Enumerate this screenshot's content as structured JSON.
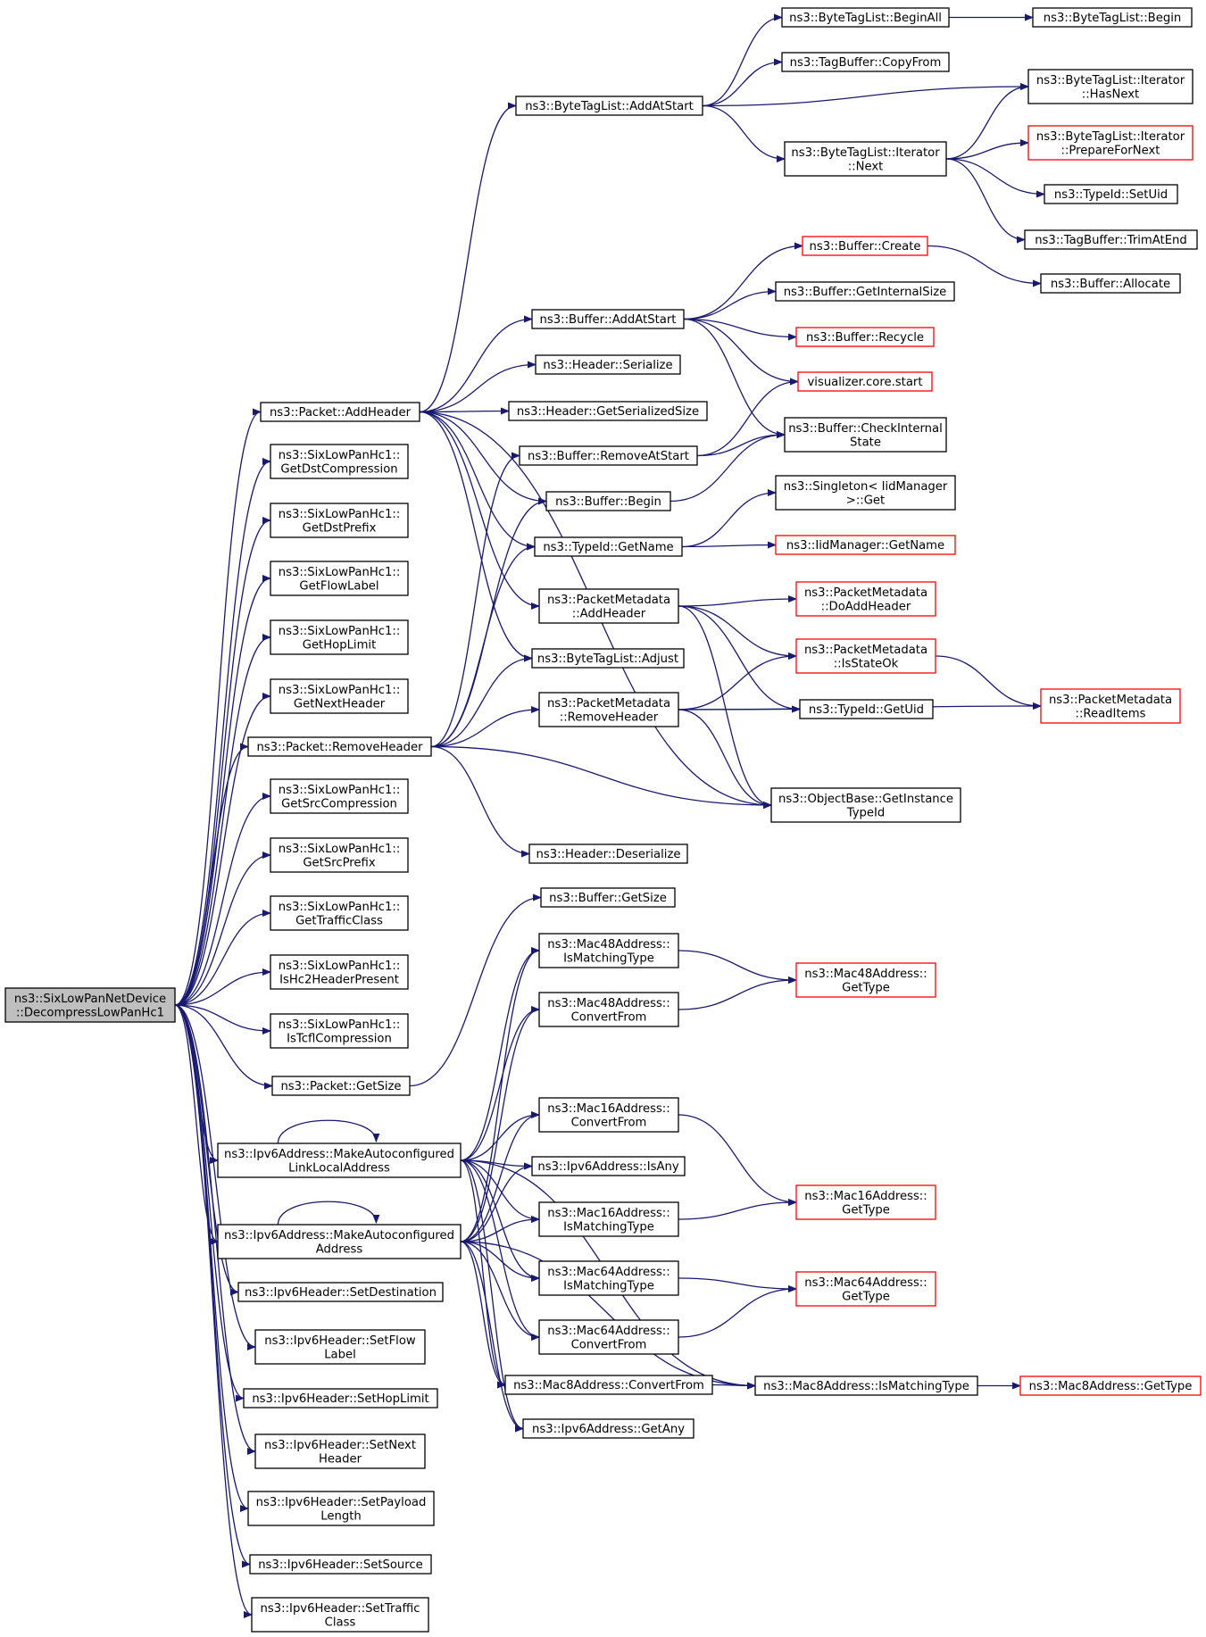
{
  "colors": {
    "edge": "#191970",
    "node_border": "#000000",
    "node_border_truncated": "#ff0000",
    "root_fill": "#bfbfbf",
    "node_fill": "#ffffff"
  },
  "nodes": [
    {
      "id": "root",
      "lines": [
        "ns3::SixLowPanNetDevice",
        "::DecompressLowPanHc1"
      ],
      "root": true
    },
    {
      "id": "pkt_addheader",
      "lines": [
        "ns3::Packet::AddHeader"
      ]
    },
    {
      "id": "hc1_getdstcomp",
      "lines": [
        "ns3::SixLowPanHc1::",
        "GetDstCompression"
      ]
    },
    {
      "id": "hc1_getdstprefix",
      "lines": [
        "ns3::SixLowPanHc1::",
        "GetDstPrefix"
      ]
    },
    {
      "id": "hc1_getflowlabel",
      "lines": [
        "ns3::SixLowPanHc1::",
        "GetFlowLabel"
      ]
    },
    {
      "id": "hc1_gethoplimit",
      "lines": [
        "ns3::SixLowPanHc1::",
        "GetHopLimit"
      ]
    },
    {
      "id": "hc1_getnextheader",
      "lines": [
        "ns3::SixLowPanHc1::",
        "GetNextHeader"
      ]
    },
    {
      "id": "pkt_removeheader",
      "lines": [
        "ns3::Packet::RemoveHeader"
      ]
    },
    {
      "id": "hc1_getsrccomp",
      "lines": [
        "ns3::SixLowPanHc1::",
        "GetSrcCompression"
      ]
    },
    {
      "id": "hc1_getsrcprefix",
      "lines": [
        "ns3::SixLowPanHc1::",
        "GetSrcPrefix"
      ]
    },
    {
      "id": "hc1_gettrafficclass",
      "lines": [
        "ns3::SixLowPanHc1::",
        "GetTrafficClass"
      ]
    },
    {
      "id": "hc1_ishc2",
      "lines": [
        "ns3::SixLowPanHc1::",
        "IsHc2HeaderPresent"
      ]
    },
    {
      "id": "hc1_istcfl",
      "lines": [
        "ns3::SixLowPanHc1::",
        "IsTcflCompression"
      ]
    },
    {
      "id": "pkt_getsize",
      "lines": [
        "ns3::Packet::GetSize"
      ]
    },
    {
      "id": "ipv6_makell",
      "lines": [
        "ns3::Ipv6Address::MakeAutoconfigured",
        "LinkLocalAddress"
      ]
    },
    {
      "id": "ipv6_makeaddr",
      "lines": [
        "ns3::Ipv6Address::MakeAutoconfigured",
        "Address"
      ]
    },
    {
      "id": "ipv6h_setdest",
      "lines": [
        "ns3::Ipv6Header::SetDestination"
      ]
    },
    {
      "id": "ipv6h_setflow",
      "lines": [
        "ns3::Ipv6Header::SetFlow",
        "Label"
      ]
    },
    {
      "id": "ipv6h_sethop",
      "lines": [
        "ns3::Ipv6Header::SetHopLimit"
      ]
    },
    {
      "id": "ipv6h_setnext",
      "lines": [
        "ns3::Ipv6Header::SetNext",
        "Header"
      ]
    },
    {
      "id": "ipv6h_setpayload",
      "lines": [
        "ns3::Ipv6Header::SetPayload",
        "Length"
      ]
    },
    {
      "id": "ipv6h_setsource",
      "lines": [
        "ns3::Ipv6Header::SetSource"
      ]
    },
    {
      "id": "ipv6h_settraffic",
      "lines": [
        "ns3::Ipv6Header::SetTraffic",
        "Class"
      ]
    },
    {
      "id": "btl_addatstart",
      "lines": [
        "ns3::ByteTagList::AddAtStart"
      ]
    },
    {
      "id": "buf_addatstart",
      "lines": [
        "ns3::Buffer::AddAtStart"
      ]
    },
    {
      "id": "hdr_serialize",
      "lines": [
        "ns3::Header::Serialize"
      ]
    },
    {
      "id": "hdr_getsersize",
      "lines": [
        "ns3::Header::GetSerializedSize"
      ]
    },
    {
      "id": "buf_removeatstart",
      "lines": [
        "ns3::Buffer::RemoveAtStart"
      ]
    },
    {
      "id": "buf_begin",
      "lines": [
        "ns3::Buffer::Begin"
      ]
    },
    {
      "id": "typeid_getname",
      "lines": [
        "ns3::TypeId::GetName"
      ]
    },
    {
      "id": "pm_addheader",
      "lines": [
        "ns3::PacketMetadata",
        "::AddHeader"
      ]
    },
    {
      "id": "btl_adjust",
      "lines": [
        "ns3::ByteTagList::Adjust"
      ]
    },
    {
      "id": "pm_removeheader",
      "lines": [
        "ns3::PacketMetadata",
        "::RemoveHeader"
      ]
    },
    {
      "id": "hdr_deserialize",
      "lines": [
        "ns3::Header::Deserialize"
      ]
    },
    {
      "id": "buf_getsize",
      "lines": [
        "ns3::Buffer::GetSize"
      ]
    },
    {
      "id": "mac48_ismatching",
      "lines": [
        "ns3::Mac48Address::",
        "IsMatchingType"
      ]
    },
    {
      "id": "mac48_convertfrom",
      "lines": [
        "ns3::Mac48Address::",
        "ConvertFrom"
      ]
    },
    {
      "id": "mac16_convertfrom",
      "lines": [
        "ns3::Mac16Address::",
        "ConvertFrom"
      ]
    },
    {
      "id": "ipv6_isany",
      "lines": [
        "ns3::Ipv6Address::IsAny"
      ]
    },
    {
      "id": "mac16_ismatching",
      "lines": [
        "ns3::Mac16Address::",
        "IsMatchingType"
      ]
    },
    {
      "id": "mac64_ismatching",
      "lines": [
        "ns3::Mac64Address::",
        "IsMatchingType"
      ]
    },
    {
      "id": "mac64_convertfrom",
      "lines": [
        "ns3::Mac64Address::",
        "ConvertFrom"
      ]
    },
    {
      "id": "mac8_convertfrom",
      "lines": [
        "ns3::Mac8Address::ConvertFrom"
      ]
    },
    {
      "id": "ipv6_getany",
      "lines": [
        "ns3::Ipv6Address::GetAny"
      ]
    },
    {
      "id": "btl_beginall",
      "lines": [
        "ns3::ByteTagList::BeginAll"
      ]
    },
    {
      "id": "tagbuf_copyfrom",
      "lines": [
        "ns3::TagBuffer::CopyFrom"
      ]
    },
    {
      "id": "btl_iter_next",
      "lines": [
        "ns3::ByteTagList::Iterator",
        "::Next"
      ]
    },
    {
      "id": "buf_create",
      "lines": [
        "ns3::Buffer::Create"
      ],
      "truncated": true
    },
    {
      "id": "buf_getinternalsize",
      "lines": [
        "ns3::Buffer::GetInternalSize"
      ]
    },
    {
      "id": "buf_recycle",
      "lines": [
        "ns3::Buffer::Recycle"
      ],
      "truncated": true
    },
    {
      "id": "viz_start",
      "lines": [
        "visualizer.core.start"
      ],
      "truncated": true
    },
    {
      "id": "buf_checkinternal",
      "lines": [
        "ns3::Buffer::CheckInternal",
        "State"
      ]
    },
    {
      "id": "singleton_get",
      "lines": [
        "ns3::Singleton< IidManager",
        ">::Get"
      ]
    },
    {
      "id": "iid_getname",
      "lines": [
        "ns3::IidManager::GetName"
      ],
      "truncated": true
    },
    {
      "id": "pm_doaddheader",
      "lines": [
        "ns3::PacketMetadata",
        "::DoAddHeader"
      ],
      "truncated": true
    },
    {
      "id": "pm_isstateok",
      "lines": [
        "ns3::PacketMetadata",
        "::IsStateOk"
      ],
      "truncated": true
    },
    {
      "id": "typeid_getuid",
      "lines": [
        "ns3::TypeId::GetUid"
      ]
    },
    {
      "id": "ob_getinstancetypeid",
      "lines": [
        "ns3::ObjectBase::GetInstance",
        "TypeId"
      ]
    },
    {
      "id": "mac48_gettype",
      "lines": [
        "ns3::Mac48Address::",
        "GetType"
      ],
      "truncated": true
    },
    {
      "id": "mac16_gettype",
      "lines": [
        "ns3::Mac16Address::",
        "GetType"
      ],
      "truncated": true
    },
    {
      "id": "mac64_gettype",
      "lines": [
        "ns3::Mac64Address::",
        "GetType"
      ],
      "truncated": true
    },
    {
      "id": "mac8_ismatching",
      "lines": [
        "ns3::Mac8Address::IsMatchingType"
      ]
    },
    {
      "id": "btl_begin",
      "lines": [
        "ns3::ByteTagList::Begin"
      ]
    },
    {
      "id": "btl_iter_hasnext",
      "lines": [
        "ns3::ByteTagList::Iterator",
        "::HasNext"
      ]
    },
    {
      "id": "btl_iter_prepare",
      "lines": [
        "ns3::ByteTagList::Iterator",
        "::PrepareForNext"
      ],
      "truncated": true
    },
    {
      "id": "typeid_setuid",
      "lines": [
        "ns3::TypeId::SetUid"
      ]
    },
    {
      "id": "tagbuf_trimatend",
      "lines": [
        "ns3::TagBuffer::TrimAtEnd"
      ]
    },
    {
      "id": "pm_readitems",
      "lines": [
        "ns3::PacketMetadata",
        "::ReadItems"
      ],
      "truncated": true
    },
    {
      "id": "mac8_gettype",
      "lines": [
        "ns3::Mac8Address::GetType"
      ],
      "truncated": true
    }
  ],
  "edges": [
    [
      "root",
      "pkt_addheader"
    ],
    [
      "root",
      "hc1_getdstcomp"
    ],
    [
      "root",
      "hc1_getdstprefix"
    ],
    [
      "root",
      "hc1_getflowlabel"
    ],
    [
      "root",
      "hc1_gethoplimit"
    ],
    [
      "root",
      "hc1_getnextheader"
    ],
    [
      "root",
      "pkt_removeheader"
    ],
    [
      "root",
      "hc1_getsrccomp"
    ],
    [
      "root",
      "hc1_getsrcprefix"
    ],
    [
      "root",
      "hc1_gettrafficclass"
    ],
    [
      "root",
      "hc1_ishc2"
    ],
    [
      "root",
      "hc1_istcfl"
    ],
    [
      "root",
      "pkt_getsize"
    ],
    [
      "root",
      "ipv6_makell"
    ],
    [
      "root",
      "ipv6_makeaddr"
    ],
    [
      "root",
      "ipv6h_setdest"
    ],
    [
      "root",
      "ipv6h_setflow"
    ],
    [
      "root",
      "ipv6h_sethop"
    ],
    [
      "root",
      "ipv6h_setnext"
    ],
    [
      "root",
      "ipv6h_setpayload"
    ],
    [
      "root",
      "ipv6h_setsource"
    ],
    [
      "root",
      "ipv6h_settraffic"
    ],
    [
      "pkt_addheader",
      "btl_addatstart"
    ],
    [
      "pkt_addheader",
      "buf_addatstart"
    ],
    [
      "pkt_addheader",
      "hdr_serialize"
    ],
    [
      "pkt_addheader",
      "hdr_getsersize"
    ],
    [
      "pkt_addheader",
      "buf_begin"
    ],
    [
      "pkt_addheader",
      "typeid_getname"
    ],
    [
      "pkt_addheader",
      "pm_addheader"
    ],
    [
      "pkt_addheader",
      "btl_adjust"
    ],
    [
      "pkt_addheader",
      "ob_getinstancetypeid"
    ],
    [
      "pkt_removeheader",
      "buf_removeatstart"
    ],
    [
      "pkt_removeheader",
      "buf_begin"
    ],
    [
      "pkt_removeheader",
      "typeid_getname"
    ],
    [
      "pkt_removeheader",
      "btl_adjust"
    ],
    [
      "pkt_removeheader",
      "pm_removeheader"
    ],
    [
      "pkt_removeheader",
      "hdr_deserialize"
    ],
    [
      "pkt_removeheader",
      "ob_getinstancetypeid"
    ],
    [
      "pkt_getsize",
      "buf_getsize"
    ],
    [
      "ipv6_makell",
      "ipv6_makell"
    ],
    [
      "ipv6_makell",
      "mac48_ismatching"
    ],
    [
      "ipv6_makell",
      "mac48_convertfrom"
    ],
    [
      "ipv6_makell",
      "mac16_convertfrom"
    ],
    [
      "ipv6_makell",
      "ipv6_isany"
    ],
    [
      "ipv6_makell",
      "mac16_ismatching"
    ],
    [
      "ipv6_makell",
      "mac64_ismatching"
    ],
    [
      "ipv6_makell",
      "mac64_convertfrom"
    ],
    [
      "ipv6_makell",
      "mac8_convertfrom"
    ],
    [
      "ipv6_makell",
      "mac8_ismatching"
    ],
    [
      "ipv6_makell",
      "ipv6_getany"
    ],
    [
      "ipv6_makeaddr",
      "ipv6_makeaddr"
    ],
    [
      "ipv6_makeaddr",
      "mac48_ismatching"
    ],
    [
      "ipv6_makeaddr",
      "mac48_convertfrom"
    ],
    [
      "ipv6_makeaddr",
      "mac16_convertfrom"
    ],
    [
      "ipv6_makeaddr",
      "ipv6_isany"
    ],
    [
      "ipv6_makeaddr",
      "mac16_ismatching"
    ],
    [
      "ipv6_makeaddr",
      "mac64_ismatching"
    ],
    [
      "ipv6_makeaddr",
      "mac64_convertfrom"
    ],
    [
      "ipv6_makeaddr",
      "mac8_convertfrom"
    ],
    [
      "ipv6_makeaddr",
      "mac8_ismatching"
    ],
    [
      "ipv6_makeaddr",
      "ipv6_getany"
    ],
    [
      "btl_addatstart",
      "btl_beginall"
    ],
    [
      "btl_addatstart",
      "tagbuf_copyfrom"
    ],
    [
      "btl_addatstart",
      "btl_iter_hasnext"
    ],
    [
      "btl_addatstart",
      "btl_iter_next"
    ],
    [
      "btl_beginall",
      "btl_begin"
    ],
    [
      "btl_iter_next",
      "btl_iter_hasnext"
    ],
    [
      "btl_iter_next",
      "btl_iter_prepare"
    ],
    [
      "btl_iter_next",
      "typeid_setuid"
    ],
    [
      "btl_iter_next",
      "tagbuf_trimatend"
    ],
    [
      "buf_addatstart",
      "buf_create"
    ],
    [
      "buf_addatstart",
      "buf_getinternalsize"
    ],
    [
      "buf_addatstart",
      "buf_recycle"
    ],
    [
      "buf_addatstart",
      "viz_start"
    ],
    [
      "buf_addatstart",
      "buf_checkinternal"
    ],
    [
      "buf_create",
      "buf_allocate"
    ],
    [
      "buf_removeatstart",
      "viz_start"
    ],
    [
      "buf_removeatstart",
      "buf_checkinternal"
    ],
    [
      "buf_begin",
      "buf_checkinternal"
    ],
    [
      "typeid_getname",
      "singleton_get"
    ],
    [
      "typeid_getname",
      "iid_getname"
    ],
    [
      "pm_addheader",
      "pm_doaddheader"
    ],
    [
      "pm_addheader",
      "pm_isstateok"
    ],
    [
      "pm_addheader",
      "typeid_getuid"
    ],
    [
      "pm_addheader",
      "ob_getinstancetypeid"
    ],
    [
      "pm_removeheader",
      "pm_isstateok"
    ],
    [
      "pm_removeheader",
      "typeid_getuid"
    ],
    [
      "pm_removeheader",
      "pm_readitems"
    ],
    [
      "pm_removeheader",
      "ob_getinstancetypeid"
    ],
    [
      "pm_isstateok",
      "pm_readitems"
    ],
    [
      "mac48_ismatching",
      "mac48_gettype"
    ],
    [
      "mac48_convertfrom",
      "mac48_gettype"
    ],
    [
      "mac16_convertfrom",
      "mac16_gettype"
    ],
    [
      "mac16_ismatching",
      "mac16_gettype"
    ],
    [
      "mac64_ismatching",
      "mac64_gettype"
    ],
    [
      "mac64_convertfrom",
      "mac64_gettype"
    ],
    [
      "mac8_convertfrom",
      "mac8_ismatching"
    ],
    [
      "mac8_ismatching",
      "mac8_gettype"
    ]
  ],
  "extra_nodes": [
    {
      "id": "buf_allocate",
      "lines": [
        "ns3::Buffer::Allocate"
      ]
    }
  ]
}
